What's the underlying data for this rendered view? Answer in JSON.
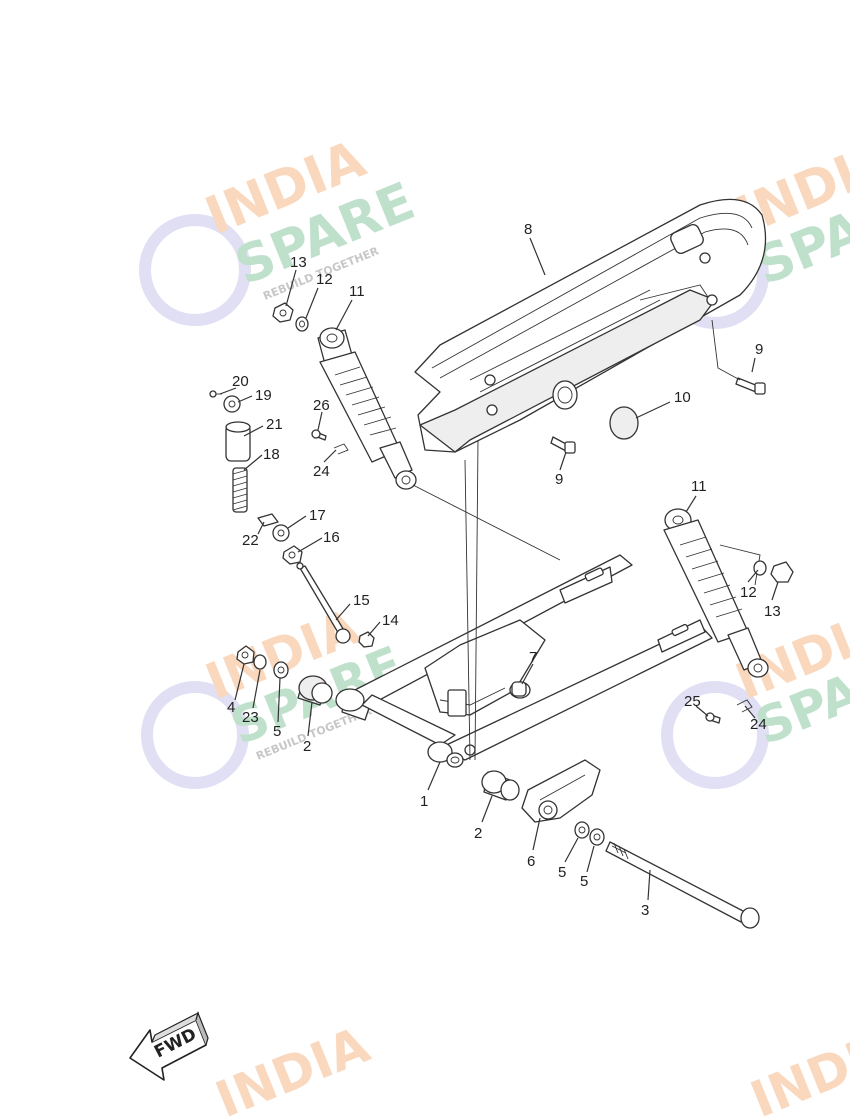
{
  "watermark": {
    "line1": "INDIA",
    "line2": "SPARE",
    "tagline": "REBUILD TOGETHER",
    "color_line1": "#f6b98a",
    "color_line2": "#8cc9a4",
    "color_icon": "#c9c6ec"
  },
  "fwd_label": "FWD",
  "callouts": {
    "c1": "1",
    "c2a": "2",
    "c2b": "2",
    "c3": "3",
    "c4": "4",
    "c5a": "5",
    "c5b": "5",
    "c5c": "5",
    "c6": "6",
    "c7": "7",
    "c8": "8",
    "c9a": "9",
    "c9b": "9",
    "c10": "10",
    "c11a": "11",
    "c11b": "11",
    "c12a": "12",
    "c12b": "12",
    "c13a": "13",
    "c13b": "13",
    "c14": "14",
    "c15": "15",
    "c16": "16",
    "c17": "17",
    "c18": "18",
    "c19": "19",
    "c20": "20",
    "c21": "21",
    "c22": "22",
    "c23": "23",
    "c24a": "24",
    "c24b": "24",
    "c25": "25",
    "c26": "26"
  }
}
